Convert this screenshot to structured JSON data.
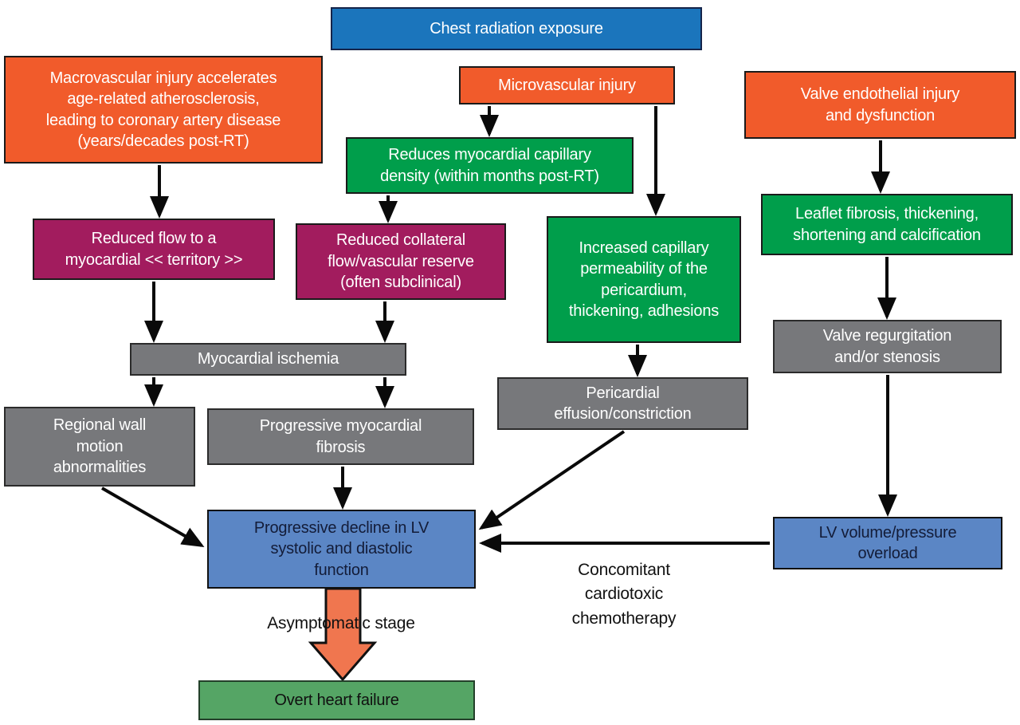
{
  "figure_type": "flowchart",
  "colors": {
    "blue": "#1b75bc",
    "orange": "#f15b2b",
    "green": "#009e4b",
    "purple": "#a21c5e",
    "gray": "#77787b",
    "lightblue": "#5b86c5",
    "hfgreen": "#55a565",
    "arroworange": "#f0764f",
    "line": "#0a0a0a"
  },
  "nodes": {
    "chest_radiation": {
      "text": [
        "Chest radiation exposure"
      ]
    },
    "macrovascular": {
      "text": [
        "Macrovascular injury accelerates",
        "age-related atherosclerosis,",
        "leading to coronary artery disease",
        "(years/decades post-RT)"
      ]
    },
    "microvascular": {
      "text": [
        "Microvascular injury"
      ]
    },
    "valve_endothelial": {
      "text": [
        "Valve endothelial injury",
        "and dysfunction"
      ]
    },
    "reduces_capillary": {
      "text": [
        "Reduces myocardial capillary",
        "density (within months post-RT)"
      ]
    },
    "leaflet_fibrosis": {
      "text": [
        "Leaflet fibrosis, thickening,",
        "shortening and calcification"
      ]
    },
    "reduced_flow": {
      "text": [
        "Reduced flow to a",
        "myocardial << territory >>"
      ]
    },
    "reduced_collateral": {
      "text": [
        "Reduced collateral",
        "flow/vascular reserve",
        "(often subclinical)"
      ]
    },
    "increased_permeability": {
      "text": [
        "Increased capillary",
        "permeability of the",
        "pericardium,",
        "thickening, adhesions"
      ]
    },
    "myocardial_ischemia": {
      "text": [
        "Myocardial ischemia"
      ]
    },
    "valve_regurgitation": {
      "text": [
        "Valve regurgitation",
        "and/or stenosis"
      ]
    },
    "pericardial_effusion": {
      "text": [
        "Pericardial",
        "effusion/constriction"
      ]
    },
    "regional_wall": {
      "text": [
        "Regional wall",
        "motion",
        "abnormalities"
      ]
    },
    "progressive_fibrosis": {
      "text": [
        "Progressive myocardial",
        "fibrosis"
      ]
    },
    "progressive_decline": {
      "text": [
        "Progressive decline in LV",
        "systolic and diastolic",
        "function"
      ]
    },
    "lv_overload": {
      "text": [
        "LV volume/pressure",
        "overload"
      ]
    },
    "overt_heart_failure": {
      "text": [
        "Overt heart failure"
      ]
    }
  },
  "labels": {
    "concomitant": [
      "Concomitant",
      "cardiotoxic",
      "chemotherapy"
    ],
    "asymptomatic": "Asymptomatic stage"
  }
}
